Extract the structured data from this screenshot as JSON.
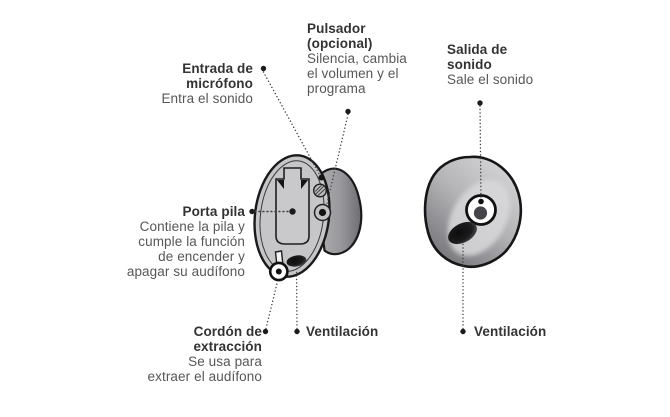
{
  "colors": {
    "background": "#ffffff",
    "label_title_text": "#333333",
    "label_description_text": "#575757",
    "device_body_gray": "#c6c6c8",
    "device_shell_dark_gray": "#7a7a7e",
    "outline_black": "#1a1a1a",
    "leader_line": "#3f3f3f"
  },
  "annotations": {
    "microphone_input": {
      "title": [
        "Entrada de",
        "micrófono"
      ],
      "description": [
        "Entra el sonido"
      ]
    },
    "push_button": {
      "title": [
        "Pulsador",
        "(opcional)"
      ],
      "description": [
        "Silencia, cambia",
        "el volumen y el",
        "programa"
      ]
    },
    "sound_outlet": {
      "title": [
        "Salida de",
        "sonido"
      ],
      "description": [
        "Sale el sonido"
      ]
    },
    "battery_door": {
      "title": [
        "Porta pila"
      ],
      "description": [
        "Contiene la pila y",
        "cumple la función",
        "de encender y",
        "apagar su audífono"
      ]
    },
    "extraction_cord": {
      "title": [
        "Cordón de",
        "extracción"
      ],
      "description": [
        "Se usa para",
        "extraer el audífono"
      ]
    },
    "vent_left": {
      "title": [
        "Ventilación"
      ],
      "description": []
    },
    "vent_right": {
      "title": [
        "Ventilación"
      ],
      "description": []
    }
  }
}
